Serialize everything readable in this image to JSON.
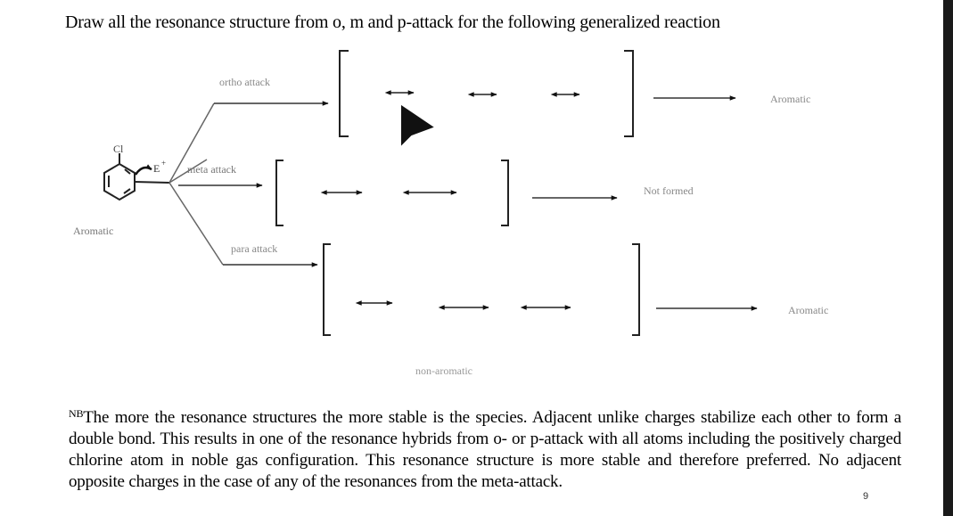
{
  "title": "Draw all the resonance structure from o, m and p-attack for the following generalized reaction",
  "diagram": {
    "reactant": {
      "substituent": "Cl",
      "electrophile": "E",
      "electrophile_charge": "+",
      "label": "Aromatic"
    },
    "branches": [
      {
        "attack_label": "ortho attack",
        "result": "Aromatic"
      },
      {
        "attack_label": "meta attack",
        "result": "Not formed"
      },
      {
        "attack_label": "para attack",
        "result": "Aromatic"
      }
    ],
    "intermediate_label": "non-aromatic"
  },
  "note": {
    "prefix": "NB",
    "text": "The more the resonance structures the more stable is the species. Adjacent unlike charges stabilize each other to form a double bond. This results in one of the resonance hybrids from o- or p-attack with all atoms including the positively charged chlorine atom in noble gas configuration. This resonance structure is more stable and therefore preferred. No adjacent opposite charges in the case of any of the resonances from the meta-attack."
  },
  "page_number": "9"
}
